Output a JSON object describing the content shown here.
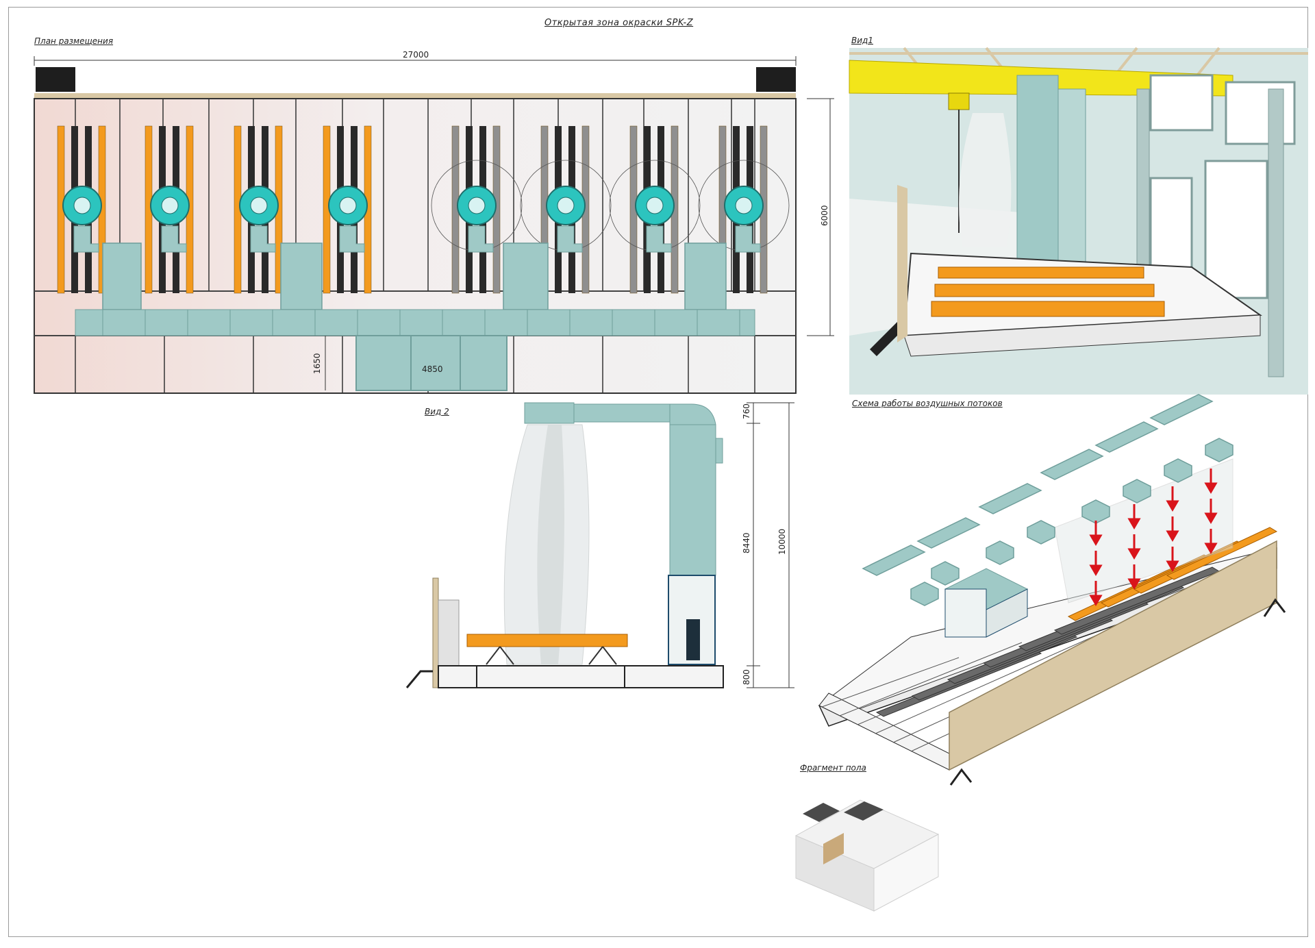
{
  "title": "Открытая зона окраски SPK-Z",
  "labels": {
    "plan": "План размещения",
    "view1": "Вид1",
    "view2": "Вид 2",
    "airflow": "Схема работы воздушных потоков",
    "floor": "Фрагмент пола"
  },
  "dimensions": {
    "plan_width": "27000",
    "plan_height": "6000",
    "plan_depth": "1650",
    "plan_unit_width": "4850",
    "view2_top": "760",
    "view2_mid": "8440",
    "view2_total": "10000",
    "view2_base": "800"
  },
  "colors": {
    "duct": "#9fc9c6",
    "duct_dark": "#6f9e9b",
    "fan": "#2cc4be",
    "orange": "#f39a1e",
    "crane": "#f2e51a",
    "wall": "#d9c8a5",
    "arrow": "#d9141b"
  }
}
